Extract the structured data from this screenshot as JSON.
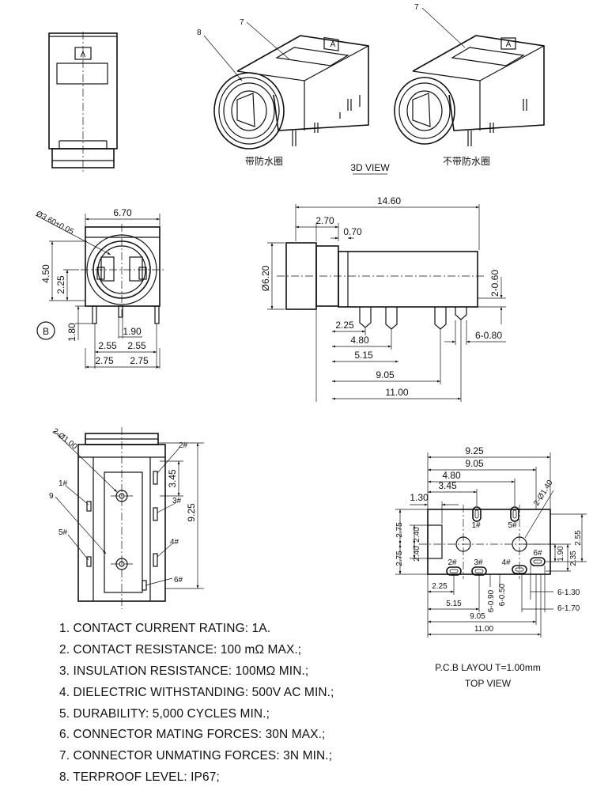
{
  "views": {
    "caption_waterproof": "带防水圈",
    "caption_3d": "3D VIEW",
    "caption_no_waterproof": "不带防水圈",
    "callout_7a": "7",
    "callout_7b": "7",
    "callout_8": "8",
    "marker_a1": "A",
    "marker_a2": "A",
    "marker_a3": "A",
    "marker_b": "B"
  },
  "front_view": {
    "d_hole": "Ø3.60±0.05",
    "d_width": "6.70",
    "d_height": "4.50",
    "d_mid": "2.25",
    "d_pin": "1.80",
    "d_pin_w": "1.90",
    "d_255a": "2.55",
    "d_255b": "2.55",
    "d_275a": "2.75",
    "d_275b": "2.75"
  },
  "side_view": {
    "d_len": "14.60",
    "d_270": "2.70",
    "d_070": "0.70",
    "d_dia": "Ø6.20",
    "d_pin_t": "2-0.60",
    "d_225": "2.25",
    "d_480": "4.80",
    "d_515": "5.15",
    "d_905": "9.05",
    "d_1100": "11.00",
    "d_pin6": "6-0.80"
  },
  "bottom_view": {
    "d_holes": "2-Ø1.00",
    "d_345": "3.45",
    "d_925": "9.25",
    "pin1": "1#",
    "pin2": "2#",
    "pin3": "3#",
    "pin4": "4#",
    "pin5": "5#",
    "pin6": "6#",
    "callout_9": "9"
  },
  "pcb_layout": {
    "d_925": "9.25",
    "d_905": "9.05",
    "d_480": "4.80",
    "d_345": "3.45",
    "d_130": "1.30",
    "d_holes": "2-Ø1.40",
    "d_275a": "2.75",
    "d_240a": "2.40",
    "d_275b": "2.75",
    "d_240b": "2.40",
    "d_255": "2.55",
    "d_190": "1.90",
    "d_235": "2.35",
    "d_225": "2.25",
    "d_090": "6-0.90",
    "d_050": "6-0.50",
    "d_515": "5.15",
    "d_130s": "6-1.30",
    "d_170s": "6-1.70",
    "d_905b": "9.05",
    "d_1100": "11.00",
    "p1": "1#",
    "p2": "2#",
    "p3": "3#",
    "p4": "4#",
    "p5": "5#",
    "p6": "6#",
    "title": "P.C.B LAYOU T=1.00mm",
    "subtitle": "TOP VIEW"
  },
  "notes": [
    "1. CONTACT CURRENT RATING: 1A.",
    "2. CONTACT RESISTANCE: 100 mΩ MAX.;",
    "3. INSULATION RESISTANCE: 100MΩ MIN.;",
    "4. DIELECTRIC WITHSTANDING: 500V AC MIN.;",
    "5. DURABILITY: 5,000 CYCLES MIN.;",
    "6. CONNECTOR MATING FORCES: 30N  MAX.;",
    "7. CONNECTOR UNMATING FORCES: 3N MIN.;",
    "8. TERPROOF LEVEL: IP67;"
  ]
}
